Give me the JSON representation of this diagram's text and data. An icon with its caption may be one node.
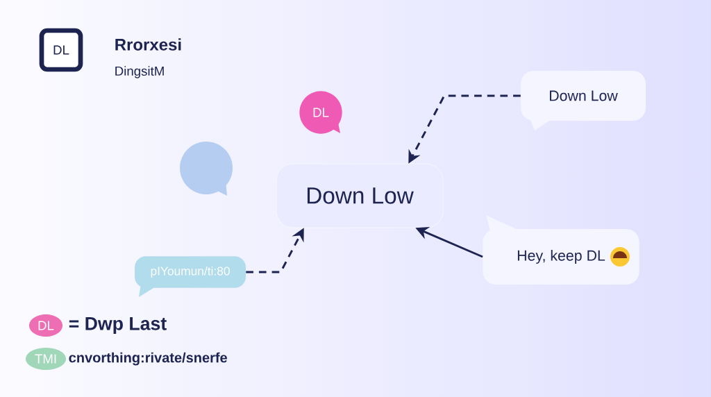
{
  "diagram": {
    "title": "Rrorxesi",
    "nodes": [
      {
        "text": [
          "Down Low"
        ]
      },
      {
        "text": [
          "Down Low"
        ]
      },
      {
        "text": [
          "Hey, keep DL"
        ]
      },
      {
        "text": [
          "pIYoumun/ti:80"
        ]
      },
      {
        "text": [
          "DL"
        ]
      },
      {
        "text": [],
        "shape": "circle"
      },
      {
        "text": [
          "DL"
        ]
      }
    ],
    "edges": [
      {
        "from": 1,
        "to": 0,
        "arrow": "to",
        "style": "dashed"
      },
      {
        "from": 3,
        "to": 0,
        "arrow": "to",
        "style": "dashed"
      },
      {
        "from": 2,
        "to": 0,
        "arrow": "to"
      }
    ],
    "labels": [
      "DingsitM",
      "DL",
      "= Dwp Last",
      "TMI",
      "cnvorthing:rivate/snerfe"
    ]
  }
}
